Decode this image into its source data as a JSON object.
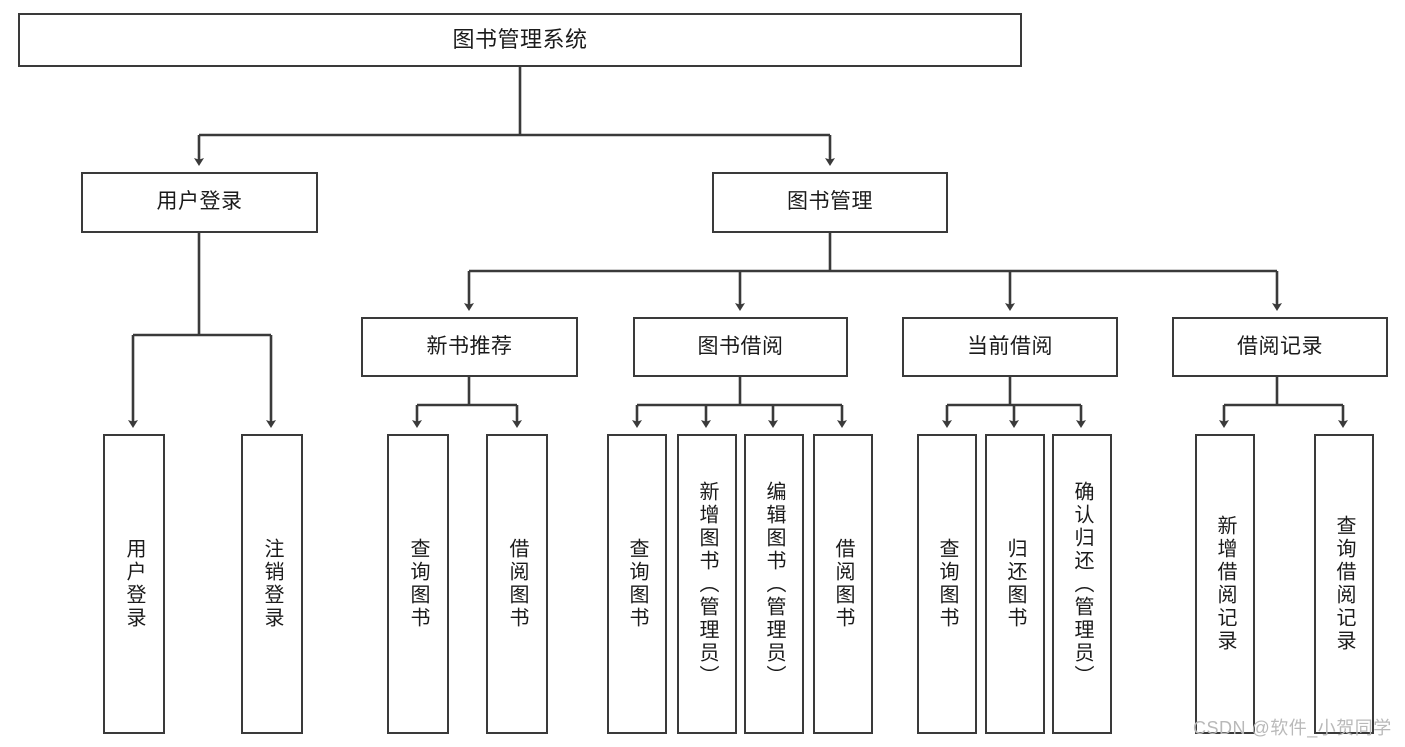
{
  "diagram": {
    "type": "hierarchy-tree",
    "title": "图书管理系统",
    "style": {
      "box_border_color": "#3a3a3a",
      "box_fill_color": "#ffffff",
      "edge_color": "#3a3a3a",
      "background_color": "#ffffff",
      "watermark_color": "#b9b9b9"
    },
    "root": {
      "label": "图书管理系统",
      "level": 0
    },
    "level2": [
      {
        "label": "用户登录"
      },
      {
        "label": "图书管理"
      }
    ],
    "level3": [
      {
        "label": "新书推荐"
      },
      {
        "label": "图书借阅"
      },
      {
        "label": "当前借阅"
      },
      {
        "label": "借阅记录"
      }
    ],
    "leaves": {
      "user_login": [
        {
          "label": "用户登录"
        },
        {
          "label": "注销登录"
        }
      ],
      "new_book_recommend": [
        {
          "label": "查询图书"
        },
        {
          "label": "借阅图书"
        }
      ],
      "book_borrow": [
        {
          "label": "查询图书"
        },
        {
          "label": "新增图书（管理员）"
        },
        {
          "label": "编辑图书（管理员）"
        },
        {
          "label": "借阅图书"
        }
      ],
      "current_borrow": [
        {
          "label": "查询图书"
        },
        {
          "label": "归还图书"
        },
        {
          "label": "确认归还（管理员）"
        }
      ],
      "borrow_record": [
        {
          "label": "新增借阅记录"
        },
        {
          "label": "查询借阅记录"
        }
      ]
    },
    "watermark": "CSDN @软件_小贺同学"
  }
}
